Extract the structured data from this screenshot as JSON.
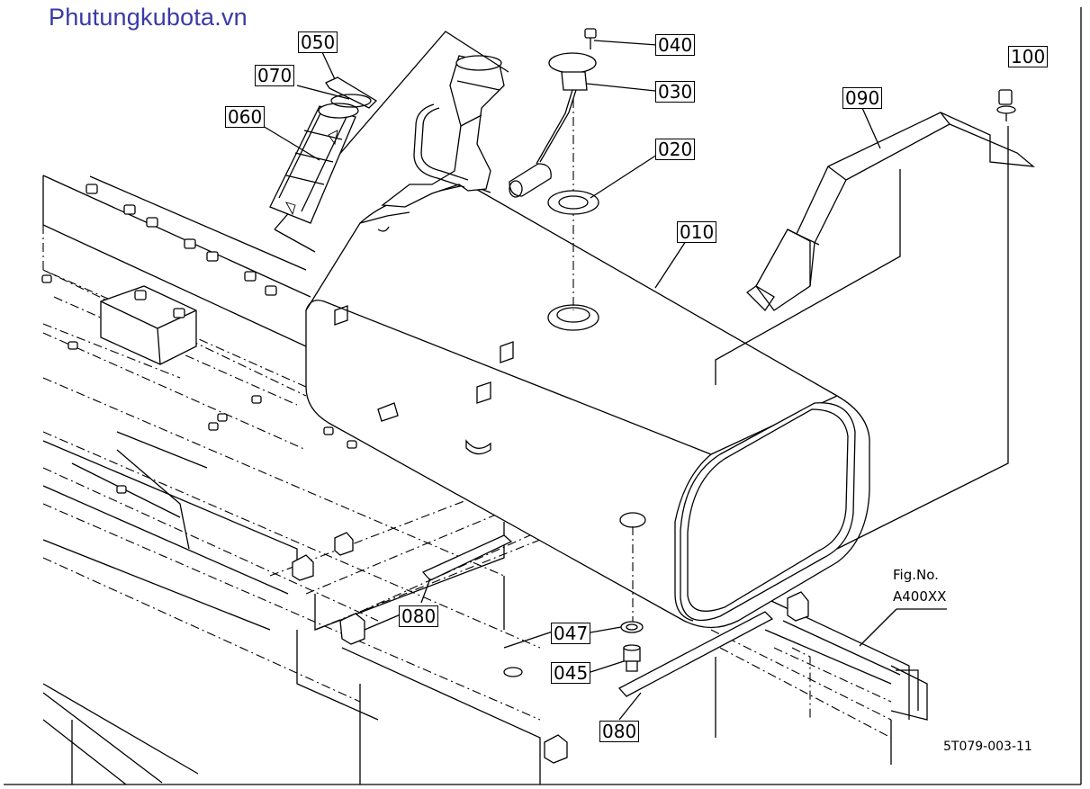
{
  "watermark": "Phutungkubota.vn",
  "callouts": {
    "c010": "010",
    "c020": "020",
    "c030": "030",
    "c040": "040",
    "c045": "045",
    "c047": "047",
    "c050": "050",
    "c060": "060",
    "c070": "070",
    "c080a": "080",
    "c080b": "080",
    "c090": "090",
    "c100": "100"
  },
  "fig_ref": {
    "line1": "Fig.No.",
    "line2": "A400XX"
  },
  "drawing_number": "5T079-003-11"
}
